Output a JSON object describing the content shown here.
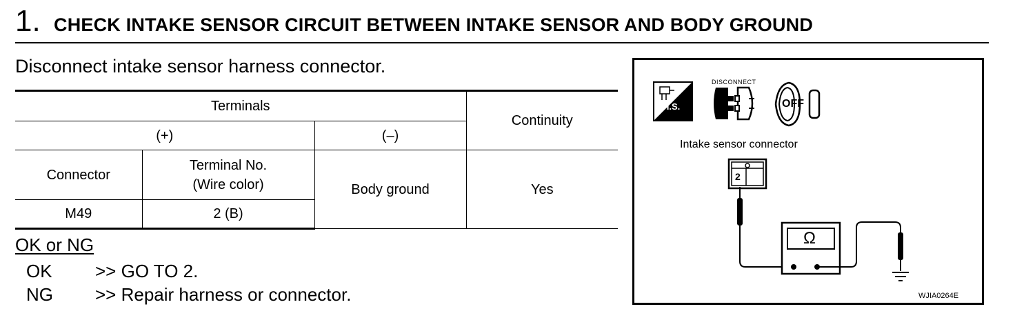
{
  "heading": {
    "number": "1.",
    "title": "CHECK INTAKE SENSOR CIRCUIT BETWEEN INTAKE SENSOR AND BODY GROUND"
  },
  "instruction": "Disconnect intake sensor harness connector.",
  "table": {
    "terminals": "Terminals",
    "continuity": "Continuity",
    "plus": "(+)",
    "minus": "(–)",
    "connector": "Connector",
    "terminal_no": "Terminal No.",
    "wire_color": "(Wire color)",
    "body_ground": "Body ground",
    "yes": "Yes",
    "connector_value": "M49",
    "terminal_value": "2 (B)"
  },
  "result": {
    "heading": "OK or NG",
    "ok_code": "OK",
    "ok_text": ">> GO TO 2.",
    "ng_code": "NG",
    "ng_text": ">> Repair harness or connector."
  },
  "figure": {
    "hs_label": "H.S.",
    "disconnect_label": "DISCONNECT",
    "off_label": "OFF",
    "connector_label": "Intake sensor connector",
    "terminal_number": "2",
    "meter_symbol": "Ω",
    "figure_code": "WJIA0264E",
    "icons": [
      "harness-service-icon",
      "disconnect-connector-icon",
      "ignition-off-icon",
      "ohmmeter-icon",
      "ground-icon"
    ]
  }
}
